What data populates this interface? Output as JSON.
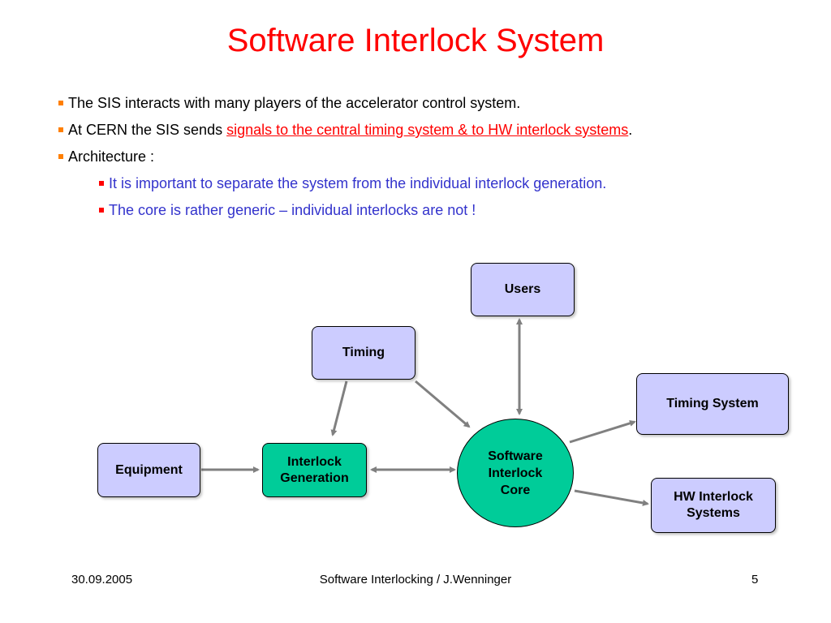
{
  "slide": {
    "title": "Software Interlock System",
    "bullets": {
      "b1": "The SIS interacts with many players of the accelerator control system.",
      "b2_prefix": "At CERN the SIS sends ",
      "b2_link": "signals to the central timing system & to HW interlock systems",
      "b2_suffix": ".",
      "b3": "Architecture :",
      "b3_sub1": "It is important to separate the system from the individual interlock generation.",
      "b3_sub2": "The core is rather generic – individual interlocks are not !"
    },
    "colors": {
      "title": "#ff0000",
      "box_fill": "#ccccff",
      "core_fill": "#00cc99",
      "arrow": "#808080",
      "sub_bullet_text": "#3333cc"
    }
  },
  "diagram": {
    "users": "Users",
    "timing": "Timing",
    "timing_system": "Timing System",
    "equipment": "Equipment",
    "interlock_generation": "Interlock\nGeneration",
    "core": "Software\nInterlock\nCore",
    "hw_interlock": "HW Interlock\nSystems"
  },
  "footer": {
    "date": "30.09.2005",
    "center": "Software Interlocking / J.Wenninger",
    "page": "5"
  }
}
